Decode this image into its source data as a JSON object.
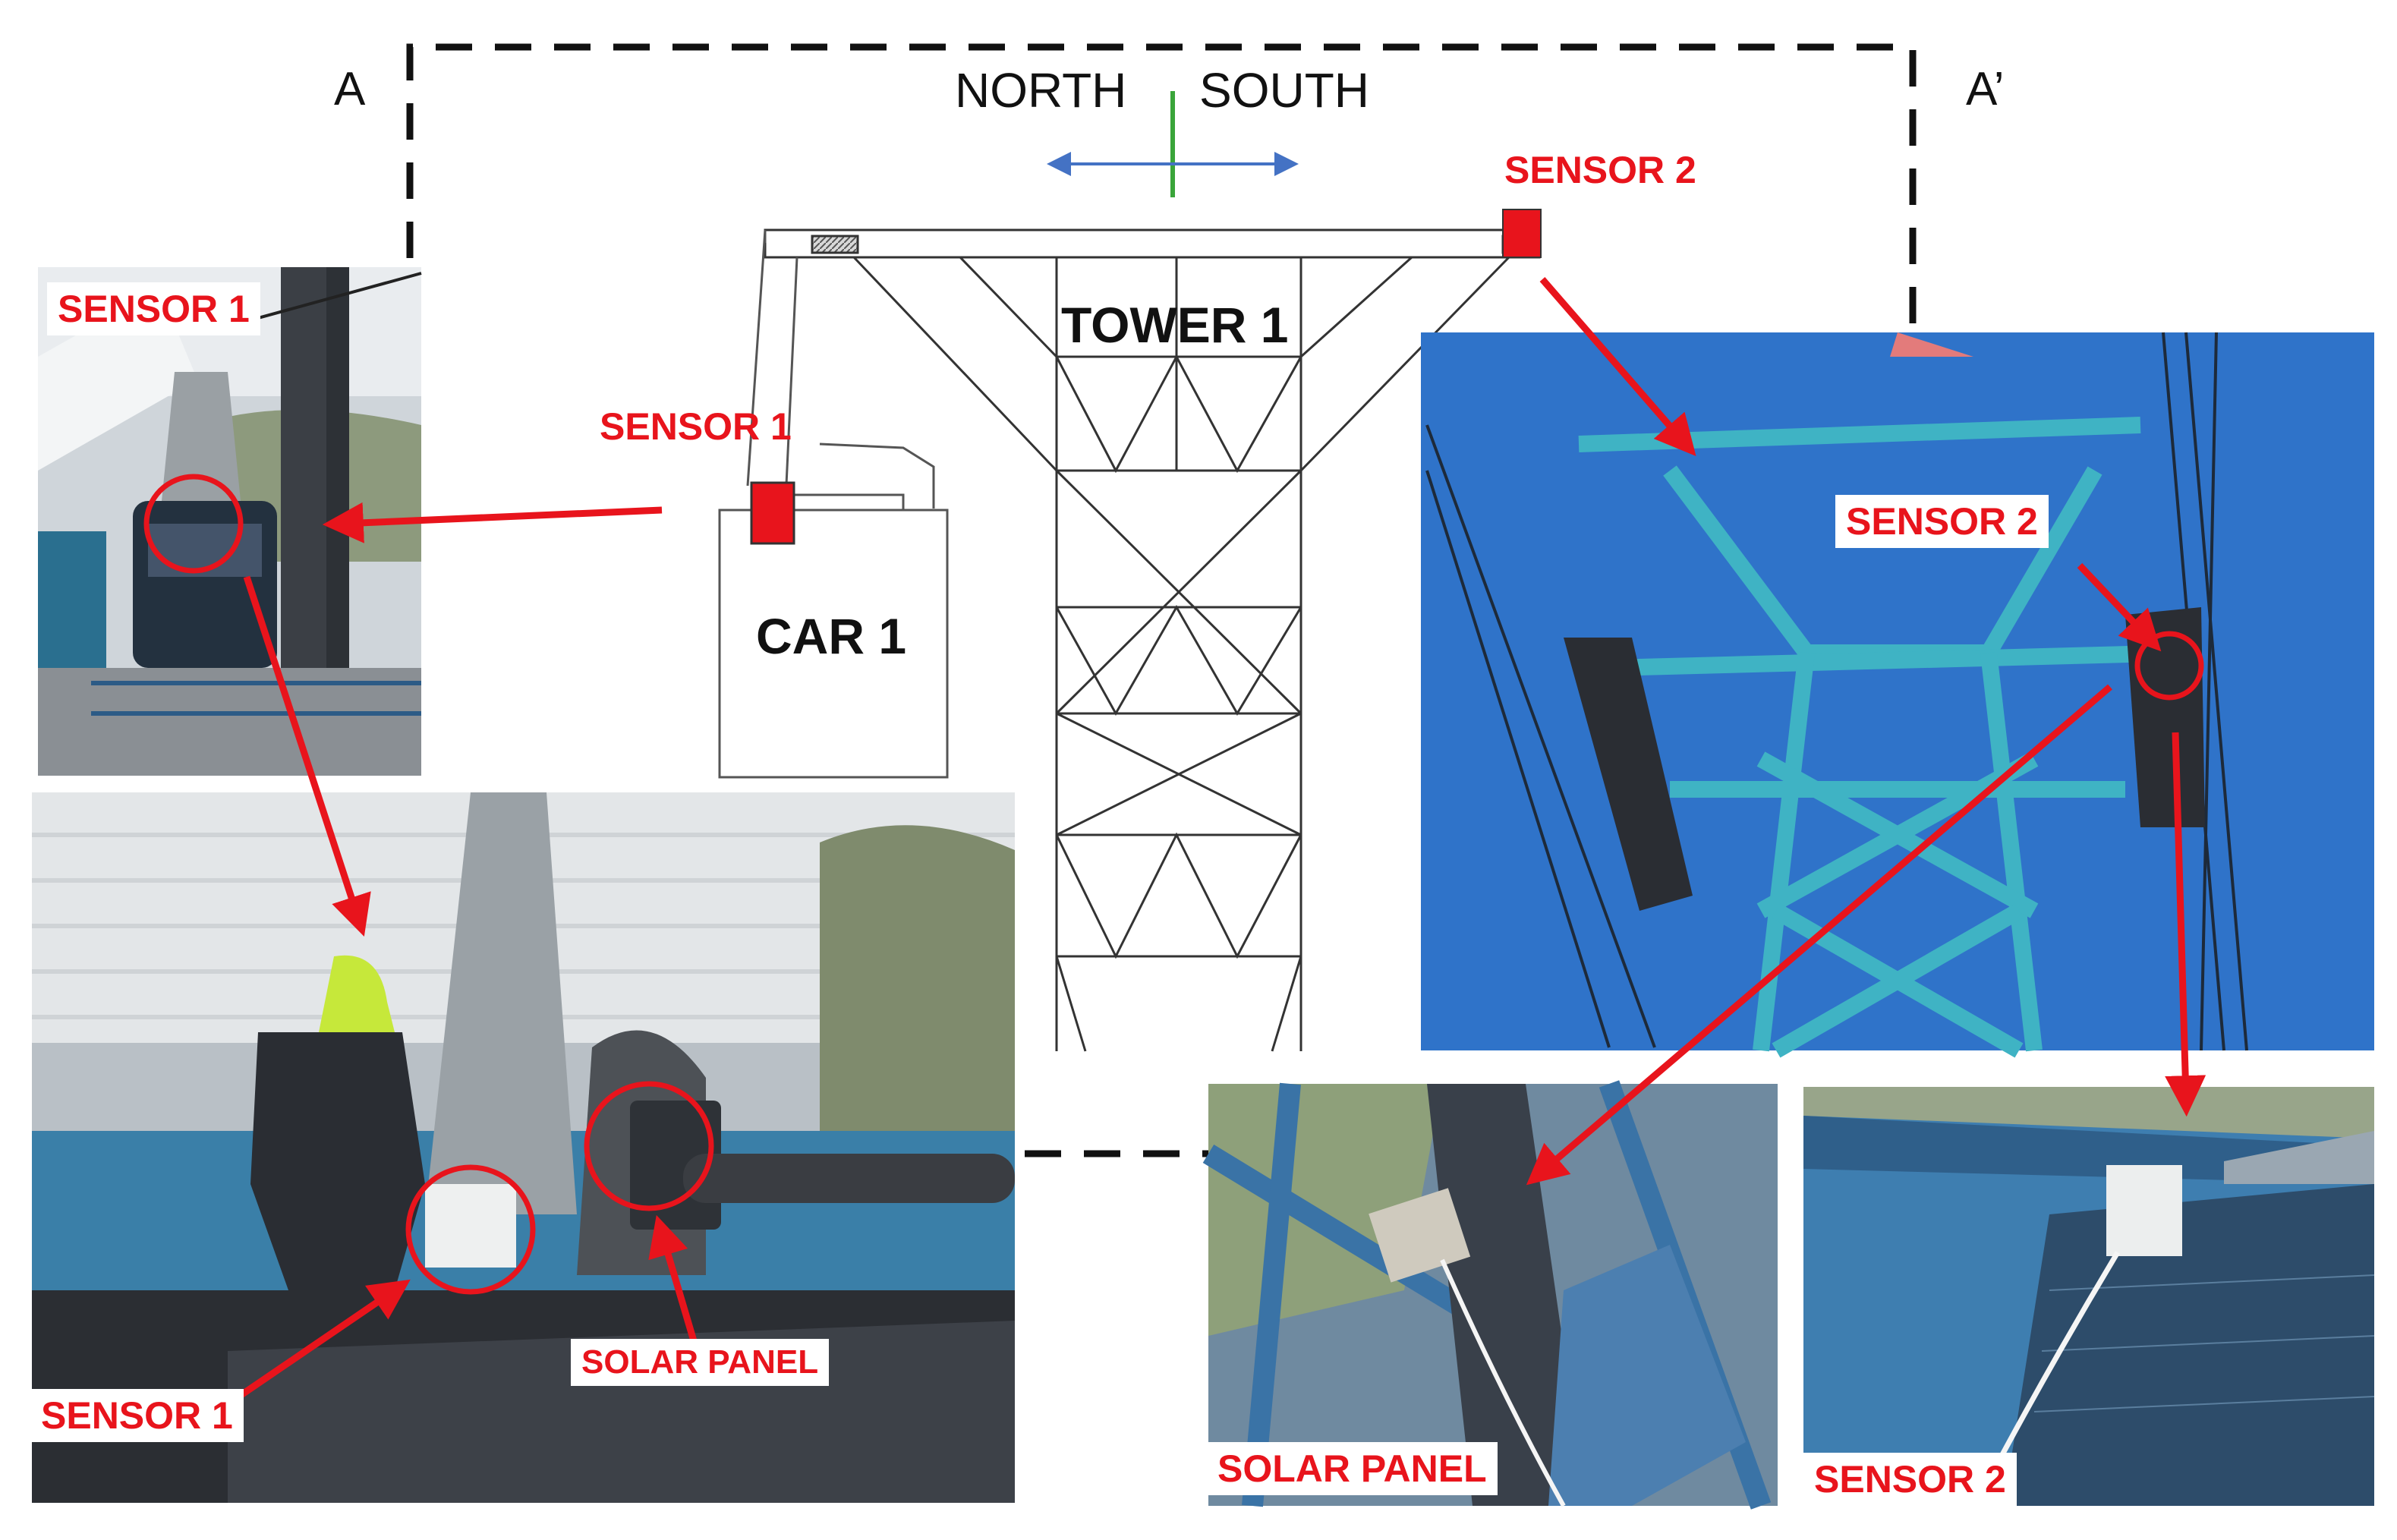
{
  "section": {
    "start": "A",
    "end": "A’"
  },
  "directions": {
    "north": "NORTH",
    "south": "SOUTH"
  },
  "diagram": {
    "tower_label": "TOWER 1",
    "car_label": "CAR 1",
    "car_sensor_label": "SENSOR 1",
    "tower_sensor_label": "SENSOR 2"
  },
  "photos": {
    "car_station": {
      "label": "SENSOR 1"
    },
    "car_roof": {
      "sensor_label": "SENSOR 1",
      "solar_label": "SOLAR PANEL"
    },
    "tower_top": {
      "label": "SENSOR 2"
    },
    "solar_closeup": {
      "label": "SOLAR PANEL"
    },
    "sensor2_closeup": {
      "label": "SENSOR 2"
    }
  },
  "colors": {
    "accent": "#e8141c",
    "sky": "#2f73c9",
    "tower_paint": "#3fb3c4",
    "arrow_blue": "#4472c4",
    "north_south_line": "#3aa53a"
  }
}
